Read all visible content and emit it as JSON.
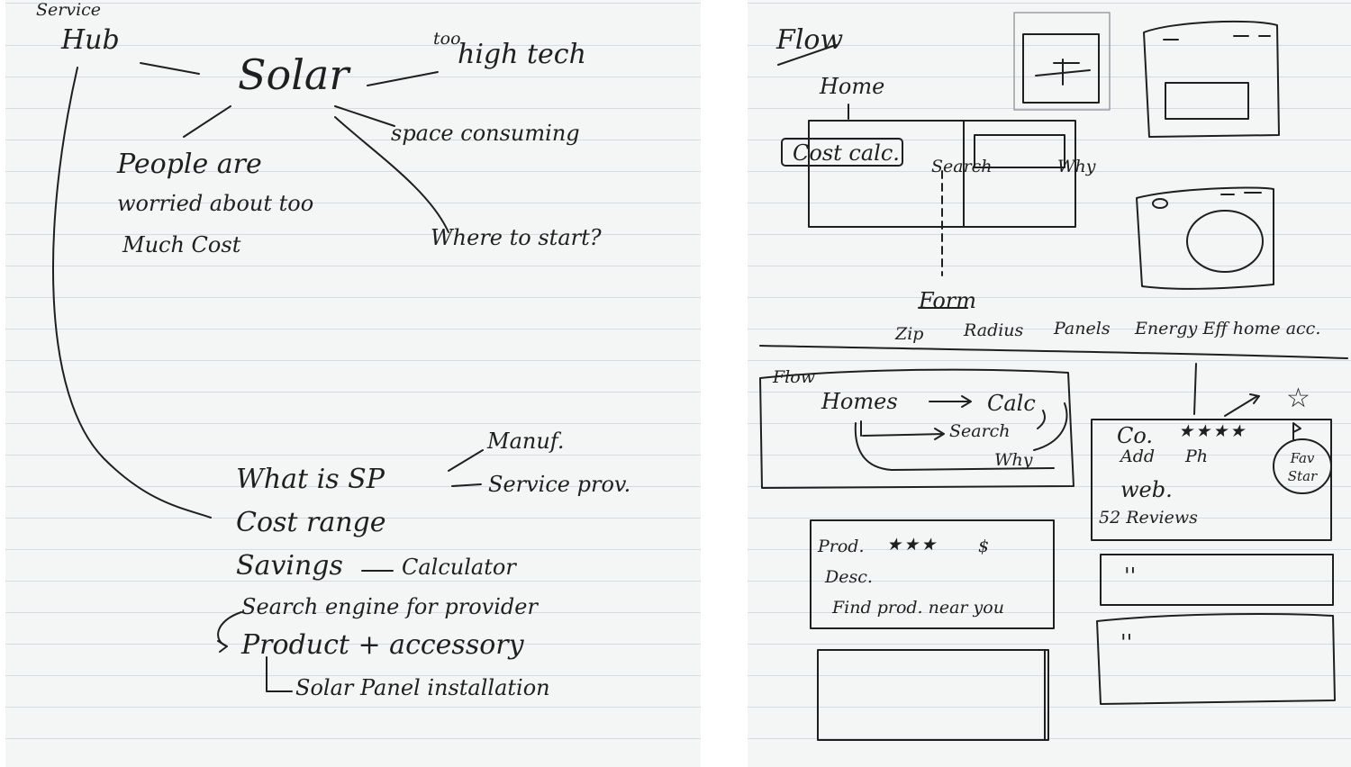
{
  "left_page": {
    "service_hub": {
      "service": "Service",
      "hub": "Hub"
    },
    "solar": "Solar",
    "too": "too",
    "high_tech": "high tech",
    "space_consuming": "space consuming",
    "people_worried": [
      "People are",
      "worried about too",
      "Much Cost"
    ],
    "where_to_start": "Where to start?",
    "manuf": "Manuf.",
    "what_is_sp": "What is SP",
    "service_prov": "Service prov.",
    "cost_range": "Cost range",
    "savings": "Savings",
    "calculator": "Calculator",
    "search_engine": "Search engine for provider",
    "product_accessory": "Product + accessory",
    "solar_panel_installation": "Solar Panel installation"
  },
  "right_page": {
    "flow_title": "Flow",
    "home": "Home",
    "cost_calc": "Cost calc.",
    "search": "Search",
    "why": "Why",
    "form": "Form",
    "form_fields": [
      "Zip",
      "Radius",
      "Panels",
      "Energy Eff home acc."
    ],
    "flow2_title": "Flow",
    "flow2_homes": "Homes",
    "flow2_calc": "Calc",
    "flow2_search": "Search",
    "flow2_why": "Why",
    "card": {
      "co": "Co.",
      "stars": "★★★★",
      "add": "Add",
      "ph": "Ph",
      "web": "web.",
      "reviews": "52 Reviews",
      "fav": "Fav Star"
    },
    "prod_card": {
      "prod": "Prod.",
      "stars": "★★★",
      "price": "$",
      "desc": "Desc.",
      "find": "Find prod. near you"
    },
    "quote_marks": [
      "''",
      "''"
    ]
  },
  "icons": [
    "arrow-icon",
    "star-icon",
    "flag-icon"
  ]
}
